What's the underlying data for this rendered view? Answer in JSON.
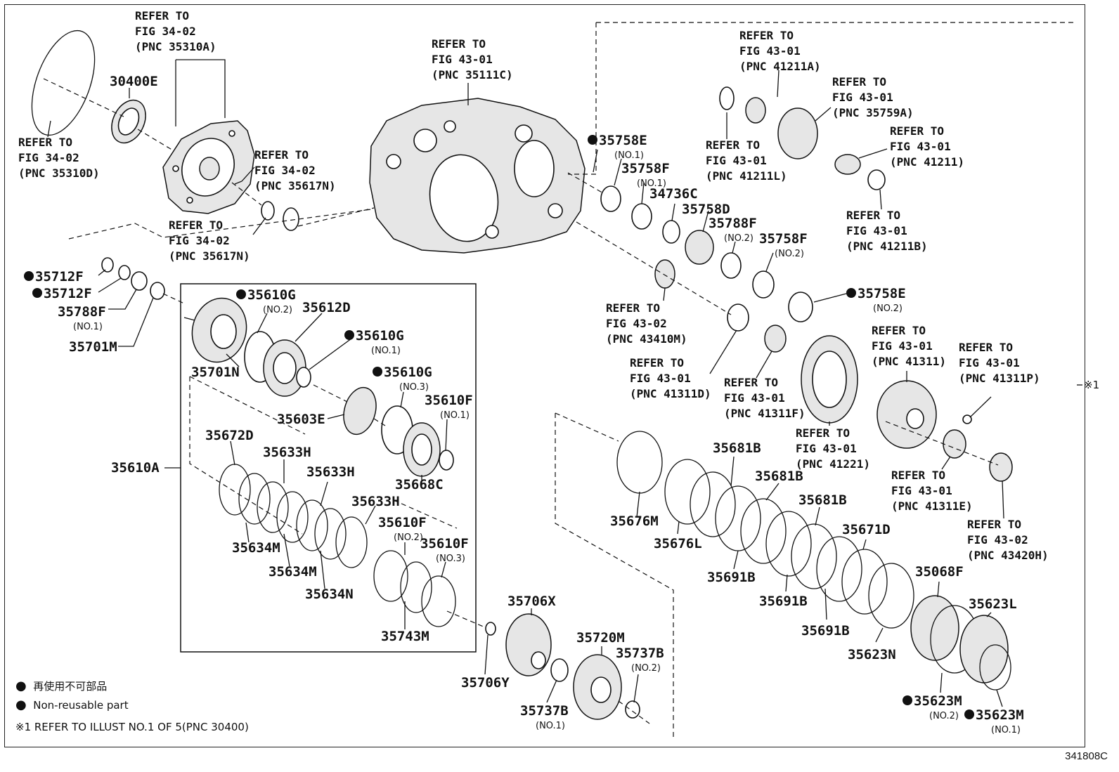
{
  "illustration_id": "341808C",
  "legend": {
    "symbol": "●",
    "line_jp": "再使用不可部品",
    "line_en": "Non-reusable part",
    "note": "※1 REFER TO ILLUST NO.1 OF 5(PNC 30400)"
  },
  "side_note": "※1",
  "refs": [
    {
      "id": "ref-34-02-35310a",
      "lines": [
        "REFER TO",
        "FIG 34-02",
        "(PNC 35310A)"
      ]
    },
    {
      "id": "ref-34-02-35310d",
      "lines": [
        "REFER TO",
        "FIG 34-02",
        "(PNC 35310D)"
      ]
    },
    {
      "id": "ref-34-02-35617n-a",
      "lines": [
        "REFER TO",
        "FIG 34-02",
        "(PNC 35617N)"
      ]
    },
    {
      "id": "ref-34-02-35617n-b",
      "lines": [
        "REFER TO",
        "FIG 34-02",
        "(PNC 35617N)"
      ]
    },
    {
      "id": "ref-43-01-35111c",
      "lines": [
        "REFER TO",
        "FIG 43-01",
        "(PNC 35111C)"
      ]
    },
    {
      "id": "ref-43-01-41211a",
      "lines": [
        "REFER TO",
        "FIG 43-01",
        "(PNC 41211A)"
      ]
    },
    {
      "id": "ref-43-01-35759a",
      "lines": [
        "REFER TO",
        "FIG 43-01",
        "(PNC 35759A)"
      ]
    },
    {
      "id": "ref-43-01-41211l",
      "lines": [
        "REFER TO",
        "FIG 43-01",
        "(PNC 41211L)"
      ]
    },
    {
      "id": "ref-43-01-41211",
      "lines": [
        "REFER TO",
        "FIG 43-01",
        "(PNC 41211)"
      ]
    },
    {
      "id": "ref-43-01-41211b",
      "lines": [
        "REFER TO",
        "FIG 43-01",
        "(PNC 41211B)"
      ]
    },
    {
      "id": "ref-43-02-43410m",
      "lines": [
        "REFER TO",
        "FIG 43-02",
        "(PNC 43410M)"
      ]
    },
    {
      "id": "ref-43-01-41311d",
      "lines": [
        "REFER TO",
        "FIG 43-01",
        "(PNC 41311D)"
      ]
    },
    {
      "id": "ref-43-01-41311f",
      "lines": [
        "REFER TO",
        "FIG 43-01",
        "(PNC 41311F)"
      ]
    },
    {
      "id": "ref-43-01-41311",
      "lines": [
        "REFER TO",
        "FIG 43-01",
        "(PNC 41311)"
      ]
    },
    {
      "id": "ref-43-01-41311p",
      "lines": [
        "REFER TO",
        "FIG 43-01",
        "(PNC 41311P)"
      ]
    },
    {
      "id": "ref-43-01-41221",
      "lines": [
        "REFER TO",
        "FIG 43-01",
        "(PNC 41221)"
      ]
    },
    {
      "id": "ref-43-01-41311e",
      "lines": [
        "REFER TO",
        "FIG 43-01",
        "(PNC 41311E)"
      ]
    },
    {
      "id": "ref-43-02-43420h",
      "lines": [
        "REFER TO",
        "FIG 43-02",
        "(PNC 43420H)"
      ]
    }
  ],
  "parts": [
    {
      "id": "30400E",
      "label": "30400E",
      "sub": "",
      "nonreusable": false
    },
    {
      "id": "35712F-a",
      "label": "35712F",
      "sub": "",
      "nonreusable": true
    },
    {
      "id": "35712F-b",
      "label": "35712F",
      "sub": "",
      "nonreusable": true
    },
    {
      "id": "35788F-1",
      "label": "35788F",
      "sub": "(NO.1)",
      "nonreusable": false
    },
    {
      "id": "35701M",
      "label": "35701M",
      "sub": "",
      "nonreusable": false
    },
    {
      "id": "35610G-2",
      "label": "35610G",
      "sub": "(NO.2)",
      "nonreusable": true
    },
    {
      "id": "35612D",
      "label": "35612D",
      "sub": "",
      "nonreusable": false
    },
    {
      "id": "35701N",
      "label": "35701N",
      "sub": "",
      "nonreusable": false
    },
    {
      "id": "35610G-1",
      "label": "35610G",
      "sub": "(NO.1)",
      "nonreusable": true
    },
    {
      "id": "35610G-3",
      "label": "35610G",
      "sub": "(NO.3)",
      "nonreusable": true
    },
    {
      "id": "35603E",
      "label": "35603E",
      "sub": "",
      "nonreusable": false
    },
    {
      "id": "35610F-1",
      "label": "35610F",
      "sub": "(NO.1)",
      "nonreusable": false
    },
    {
      "id": "35668C",
      "label": "35668C",
      "sub": "",
      "nonreusable": false
    },
    {
      "id": "35672D",
      "label": "35672D",
      "sub": "",
      "nonreusable": false
    },
    {
      "id": "35633H-a",
      "label": "35633H",
      "sub": "",
      "nonreusable": false
    },
    {
      "id": "35633H-b",
      "label": "35633H",
      "sub": "",
      "nonreusable": false
    },
    {
      "id": "35633H-c",
      "label": "35633H",
      "sub": "",
      "nonreusable": false
    },
    {
      "id": "35610A",
      "label": "35610A",
      "sub": "",
      "nonreusable": false
    },
    {
      "id": "35610F-2",
      "label": "35610F",
      "sub": "(NO.2)",
      "nonreusable": false
    },
    {
      "id": "35610F-3",
      "label": "35610F",
      "sub": "(NO.3)",
      "nonreusable": false
    },
    {
      "id": "35634M-a",
      "label": "35634M",
      "sub": "",
      "nonreusable": false
    },
    {
      "id": "35634M-b",
      "label": "35634M",
      "sub": "",
      "nonreusable": false
    },
    {
      "id": "35634N",
      "label": "35634N",
      "sub": "",
      "nonreusable": false
    },
    {
      "id": "35743M",
      "label": "35743M",
      "sub": "",
      "nonreusable": false
    },
    {
      "id": "35706X",
      "label": "35706X",
      "sub": "",
      "nonreusable": false
    },
    {
      "id": "35706Y",
      "label": "35706Y",
      "sub": "",
      "nonreusable": false
    },
    {
      "id": "35720M",
      "label": "35720M",
      "sub": "",
      "nonreusable": false
    },
    {
      "id": "35737B-2",
      "label": "35737B",
      "sub": "(NO.2)",
      "nonreusable": false
    },
    {
      "id": "35737B-1",
      "label": "35737B",
      "sub": "(NO.1)",
      "nonreusable": false
    },
    {
      "id": "35758E-1",
      "label": "35758E",
      "sub": "(NO.1)",
      "nonreusable": true
    },
    {
      "id": "35758F-1",
      "label": "35758F",
      "sub": "(NO.1)",
      "nonreusable": false
    },
    {
      "id": "34736C",
      "label": "34736C",
      "sub": "",
      "nonreusable": false
    },
    {
      "id": "35758D",
      "label": "35758D",
      "sub": "",
      "nonreusable": false
    },
    {
      "id": "35788F-2",
      "label": "35788F",
      "sub": "(NO.2)",
      "nonreusable": false
    },
    {
      "id": "35758F-2",
      "label": "35758F",
      "sub": "(NO.2)",
      "nonreusable": false
    },
    {
      "id": "35758E-2",
      "label": "35758E",
      "sub": "(NO.2)",
      "nonreusable": true
    },
    {
      "id": "35681B-a",
      "label": "35681B",
      "sub": "",
      "nonreusable": false
    },
    {
      "id": "35681B-b",
      "label": "35681B",
      "sub": "",
      "nonreusable": false
    },
    {
      "id": "35681B-c",
      "label": "35681B",
      "sub": "",
      "nonreusable": false
    },
    {
      "id": "35676M",
      "label": "35676M",
      "sub": "",
      "nonreusable": false
    },
    {
      "id": "35676L",
      "label": "35676L",
      "sub": "",
      "nonreusable": false
    },
    {
      "id": "35691B-a",
      "label": "35691B",
      "sub": "",
      "nonreusable": false
    },
    {
      "id": "35691B-b",
      "label": "35691B",
      "sub": "",
      "nonreusable": false
    },
    {
      "id": "35691B-c",
      "label": "35691B",
      "sub": "",
      "nonreusable": false
    },
    {
      "id": "35671D",
      "label": "35671D",
      "sub": "",
      "nonreusable": false
    },
    {
      "id": "35623N",
      "label": "35623N",
      "sub": "",
      "nonreusable": false
    },
    {
      "id": "35068F",
      "label": "35068F",
      "sub": "",
      "nonreusable": false
    },
    {
      "id": "35623L",
      "label": "35623L",
      "sub": "",
      "nonreusable": false
    },
    {
      "id": "35623M-2",
      "label": "35623M",
      "sub": "(NO.2)",
      "nonreusable": true
    },
    {
      "id": "35623M-1",
      "label": "35623M",
      "sub": "(NO.1)",
      "nonreusable": true
    }
  ]
}
